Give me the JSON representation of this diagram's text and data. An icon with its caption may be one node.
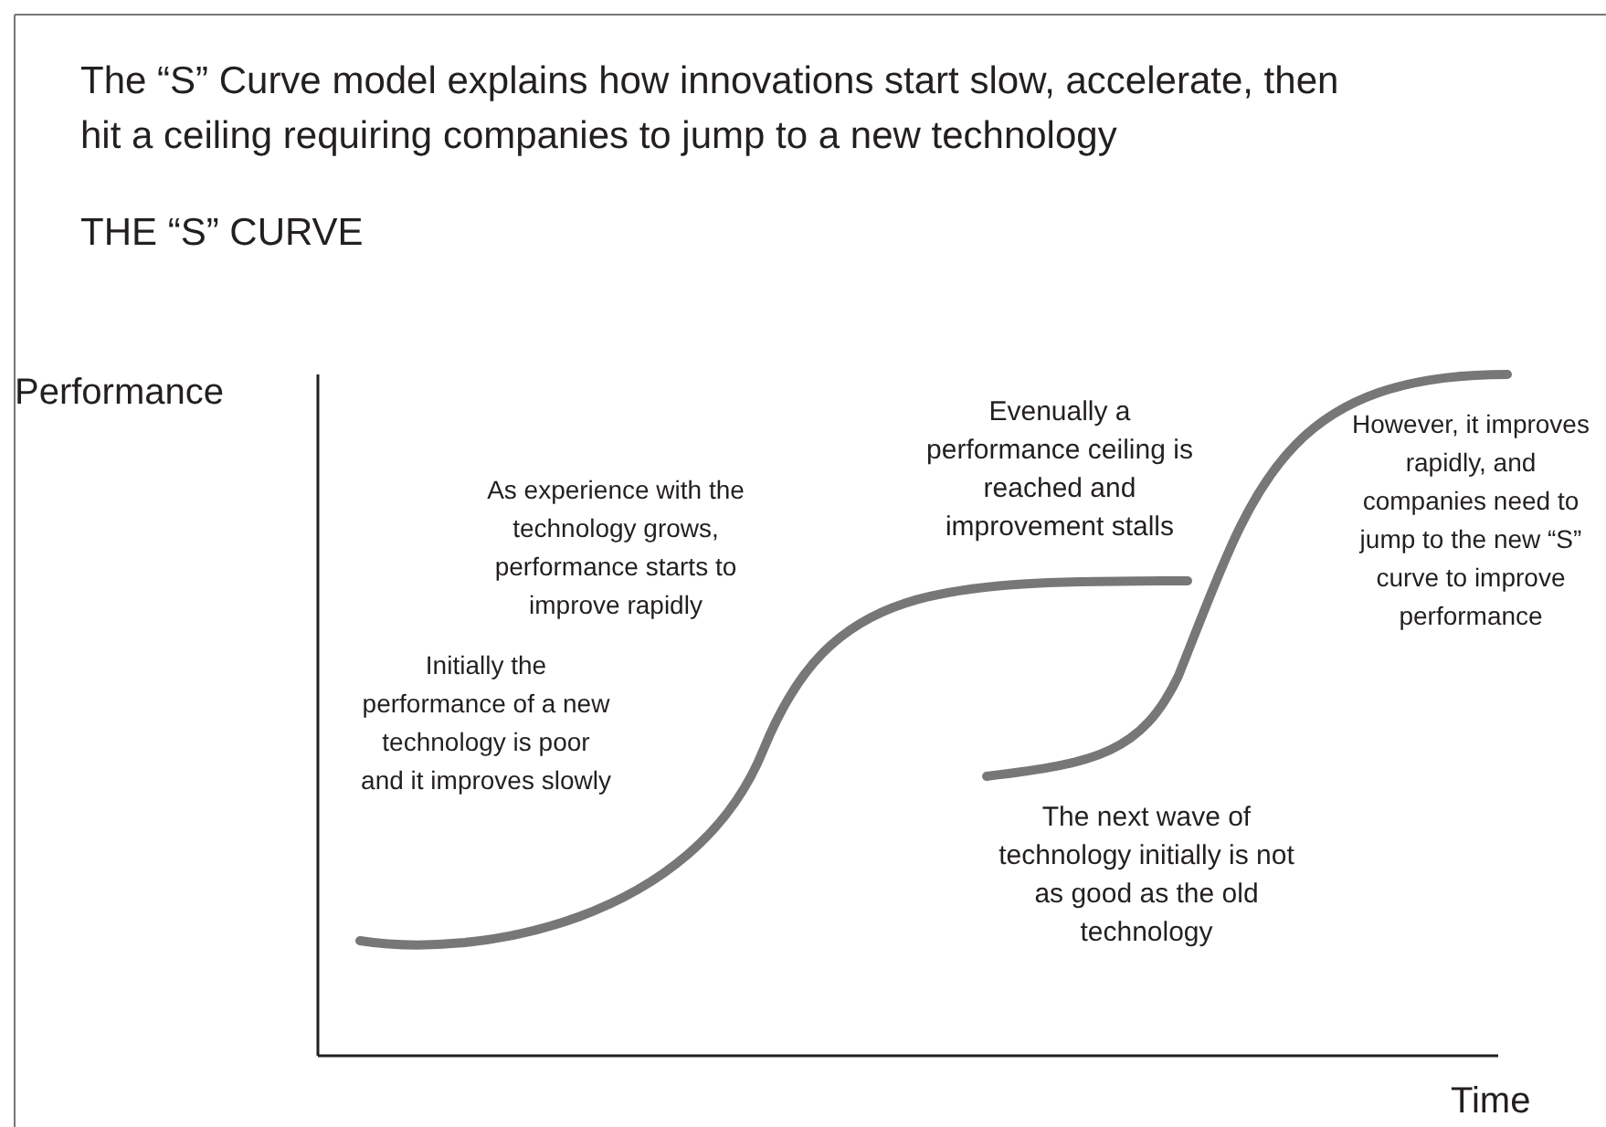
{
  "diagram": {
    "title": "The “S” Curve model explains how innovations start slow, accelerate, then hit a ceiling requiring companies to jump to a new technology",
    "labels": [
      "THE “S” CURVE",
      "Performance",
      "Evenually a performance ceiling is reached and improvement stalls",
      "However, it improves rapidly, and companies need to jump to the new “S” curve to improve performance",
      "As experience with the technology grows, performance starts to improve rapidly",
      "Initially the performance of a new technology is poor and it improves slowly",
      "The next wave of technology initially is not as good as the old technology",
      "Time"
    ]
  }
}
